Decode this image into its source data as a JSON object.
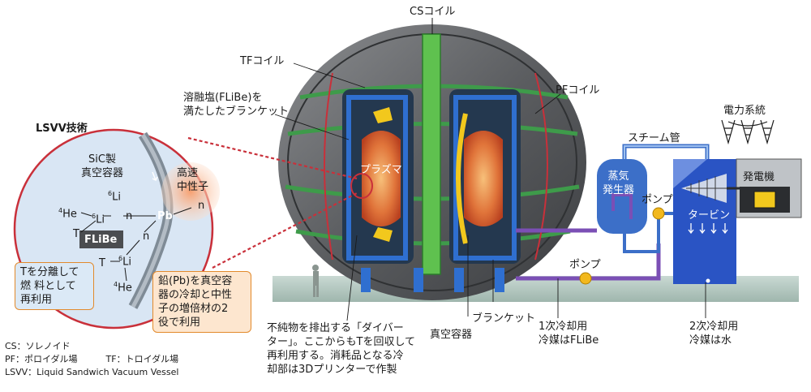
{
  "colors": {
    "accent_red": "#c9303a",
    "pipe_blue": "#3c6fc8",
    "pipe_purple": "#7b4fb5",
    "pump_yellow": "#f2b81d",
    "callout_orange": "#e28a2c"
  },
  "labels": {
    "cs_coil": "CSコイル",
    "tf_coil": "TFコイル",
    "pf_coil": "PFコイル",
    "molten_salt_line1": "溶融塩(FLiBe)を",
    "molten_salt_line2": "満たしたブランケット",
    "plasma": "プラズマ",
    "steam_pipe": "スチーム管",
    "power_grid": "電力系統",
    "generator": "発電機",
    "steam_gen_line1": "蒸気",
    "steam_gen_line2": "発生器",
    "pump_1": "ポンプ",
    "pump_2": "ポンプ",
    "turbine": "タービン",
    "blanket": "ブランケット",
    "vacuum_vessel": "真空容器",
    "primary_line1": "1次冷却用",
    "primary_line2": "冷媒はFLiBe",
    "secondary_line1": "2次冷却用",
    "secondary_line2": "冷媒は水",
    "divertor_line1": "不純物を排出する「ダイバー",
    "divertor_line2": "ター」。ここからもTを回収して",
    "divertor_line3": "再利用する。消耗品となる冷",
    "divertor_line4": "却部は3Dプリンターで作製"
  },
  "inset": {
    "title": "LSVV技術",
    "sic_line1": "SiC製",
    "sic_line2": "真空容器",
    "fast_line1": "高速",
    "fast_line2": "中性子",
    "n_fast": "n",
    "li6_a": "Li",
    "he4_a": "He",
    "li6_b": "Li",
    "n_a": "n",
    "pb": "Pb",
    "t_a": "T",
    "flibe": "FLiBe",
    "n_b": "n",
    "t_b": "T",
    "li6_c": "Li",
    "he4_b": "He",
    "sup_6": "6",
    "sup_4": "4"
  },
  "callouts": {
    "t_line1": "Tを分離して",
    "t_line2": "燃 料として",
    "t_line3": "再利用",
    "pb_line1": "鉛(Pb)を真空容",
    "pb_line2": "器の冷却と中性",
    "pb_line3": "子の増倍材の2",
    "pb_line4": "役で利用"
  },
  "legend": {
    "cs": "CS：ソレノイド",
    "pf": "PF：ポロイダル場",
    "tf": "TF：トロイダル場",
    "lsvv": "LSVV：Liquid Sandwich Vacuum Vessel"
  },
  "icons": [
    "pylon-icon",
    "pump-icon",
    "turbine-icon",
    "person-icon"
  ]
}
